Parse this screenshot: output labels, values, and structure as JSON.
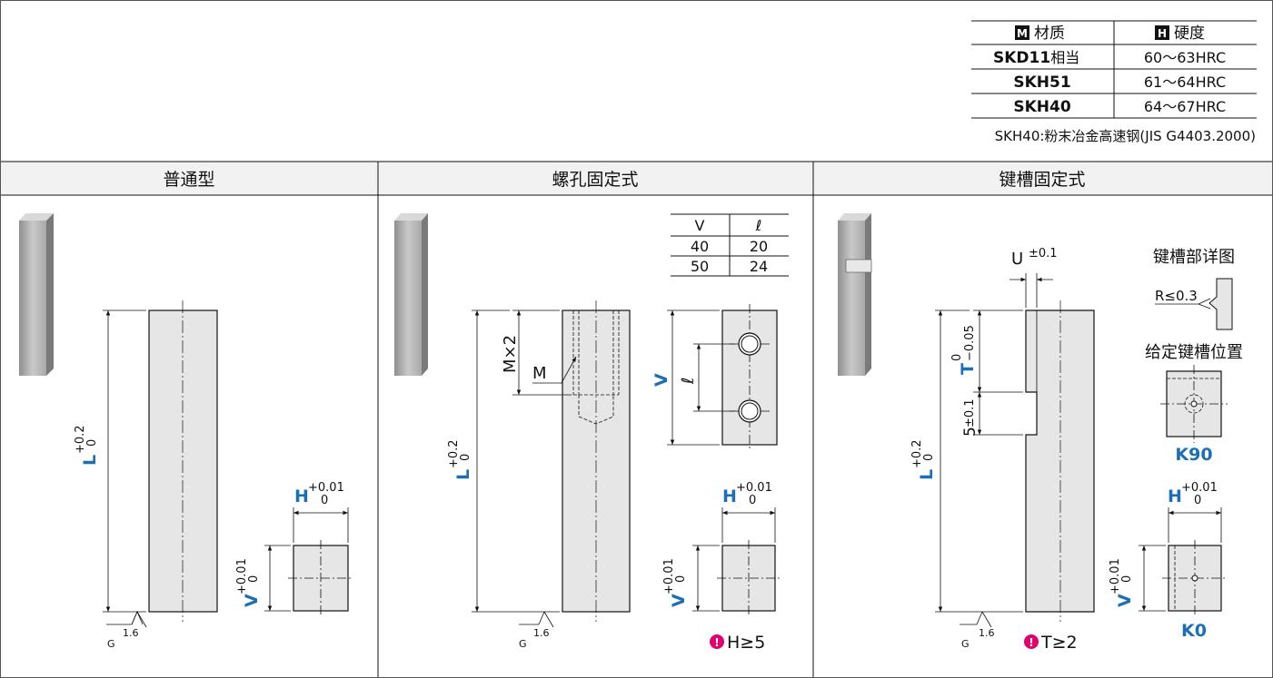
{
  "material_table": {
    "header_material": "材质",
    "header_hardness": "硬度",
    "icon_m": "M",
    "icon_h": "H",
    "rows": [
      {
        "material": "SKD11",
        "suffix": "相当",
        "hardness": "60～63HRC"
      },
      {
        "material": "SKH51",
        "suffix": "",
        "hardness": "61～64HRC"
      },
      {
        "material": "SKH40",
        "suffix": "",
        "hardness": "64～67HRC"
      }
    ],
    "note": "SKH40:粉末冶金高速钢(JIS G4403.2000)"
  },
  "sections": {
    "s1": {
      "title": "普通型"
    },
    "s2": {
      "title": "螺孔固定式"
    },
    "s3": {
      "title": "键槽固定式"
    }
  },
  "dims": {
    "L": "L",
    "L_tol_up": "+0.2",
    "L_tol_lo": "0",
    "H": "H",
    "H_tol_up": "+0.01",
    "H_tol_lo": "0",
    "V": "V",
    "V_tol_up": "+0.01",
    "V_tol_lo": "0",
    "rough_val": "1.6",
    "rough_g": "G",
    "MX2": "M×2",
    "M": "M",
    "ell": "ℓ",
    "T": "T",
    "T_tol_up": "0",
    "T_tol_lo": "−0.05",
    "five": "5",
    "five_tol": "±0.1",
    "U": "U",
    "U_tol": "±0.1"
  },
  "v_table": {
    "headers": [
      "V",
      "ℓ"
    ],
    "rows": [
      [
        "40",
        "20"
      ],
      [
        "50",
        "24"
      ]
    ]
  },
  "notes": {
    "h_cond": "H≥5",
    "t_cond": "T≥2",
    "keyslot_detail": "键槽部详图",
    "radius": "R≤0.3",
    "keyslot_pos": "给定键槽位置",
    "k90": "K90",
    "k0": "K0"
  }
}
